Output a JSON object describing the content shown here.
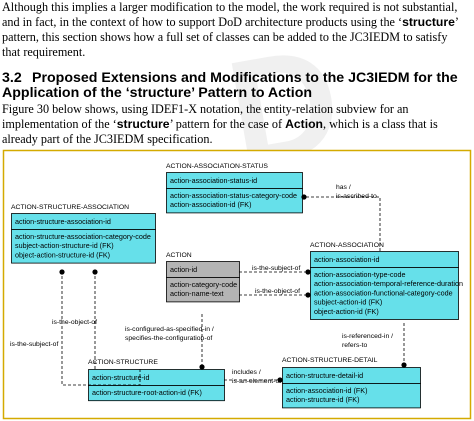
{
  "intro": {
    "line1": "Although this implies a larger modification to the model, the work required is not substantial,",
    "line2_before": "and in fact, in the context of how to support DoD architecture products using the ‘",
    "line2_bold": "structure",
    "line2_after": "’",
    "line3": "pattern, this section shows how a full set of classes can be added to the JC3IEDM to satisfy",
    "line4": "that requirement."
  },
  "section": {
    "number": "3.2",
    "title_line1": "Proposed Extensions and Modifications to the JC3IEDM for the",
    "title_line2": "Application of the ‘structure’ Pattern to Action"
  },
  "figure_para": {
    "line1": "Figure 30 below shows, using IDEF1-X notation, the entity-relation subview for an",
    "line2_before": "implementation of the ‘",
    "line2_bold1": "structure",
    "line2_mid": "’ pattern for the case of ",
    "line2_bold2": "Action",
    "line2_after": ", which is a class that is",
    "line3": "already part of the JC3IEDM specification."
  },
  "diagram": {
    "colors": {
      "entity": "#66e0ea",
      "existing": "#b4b4b4",
      "frame": "#d4aa00"
    },
    "entities": {
      "aas": {
        "name": "ACTION-ASSOCIATION-STATUS",
        "key": [
          "action-association-status-id"
        ],
        "attrs": [
          "action-association-status-category-code",
          "action-association-id (FK)"
        ]
      },
      "asa": {
        "name": "ACTION-STRUCTURE-ASSOCIATION",
        "key": [
          "action-structure-association-id"
        ],
        "attrs": [
          "action-structure-association-category-code",
          "subject-action-structure-id (FK)",
          "object-action-structure-id (FK)"
        ]
      },
      "action": {
        "name": "ACTION",
        "key": [
          "action-id"
        ],
        "attrs": [
          "action-category-code",
          "action-name-text"
        ]
      },
      "aa": {
        "name": "ACTION-ASSOCIATION",
        "key": [
          "action-association-id"
        ],
        "attrs": [
          "action-association-type-code",
          "action-association-temporal-reference-duration",
          "action-association-functional-category-code",
          "subject-action-id (FK)",
          "object-action-id (FK)"
        ]
      },
      "as": {
        "name": "ACTION-STRUCTURE",
        "key": [
          "action-structure-id"
        ],
        "attrs": [
          "action-structure-root-action-id (FK)"
        ]
      },
      "asd": {
        "name": "ACTION-STRUCTURE-DETAIL",
        "key": [
          "action-structure-detail-id"
        ],
        "attrs": [
          "action-association-id (FK)",
          "action-structure-id (FK)"
        ]
      }
    },
    "relations": {
      "has": [
        "has /",
        "is-ascribed-to"
      ],
      "subject_of_aa": [
        "is-the-subject-of"
      ],
      "object_of_aa": [
        "is-the-object-of"
      ],
      "configured": [
        "is-configured-as-specified-in /",
        "specifies-the-configuration-of"
      ],
      "referenced": [
        "is-referenced-in /",
        "refers-to"
      ],
      "includes": [
        "includes /",
        "is-an-element-of"
      ],
      "object_of_asa": [
        "is-the-object-of"
      ],
      "subject_of_asa": [
        "is-the-subject-of"
      ]
    }
  }
}
